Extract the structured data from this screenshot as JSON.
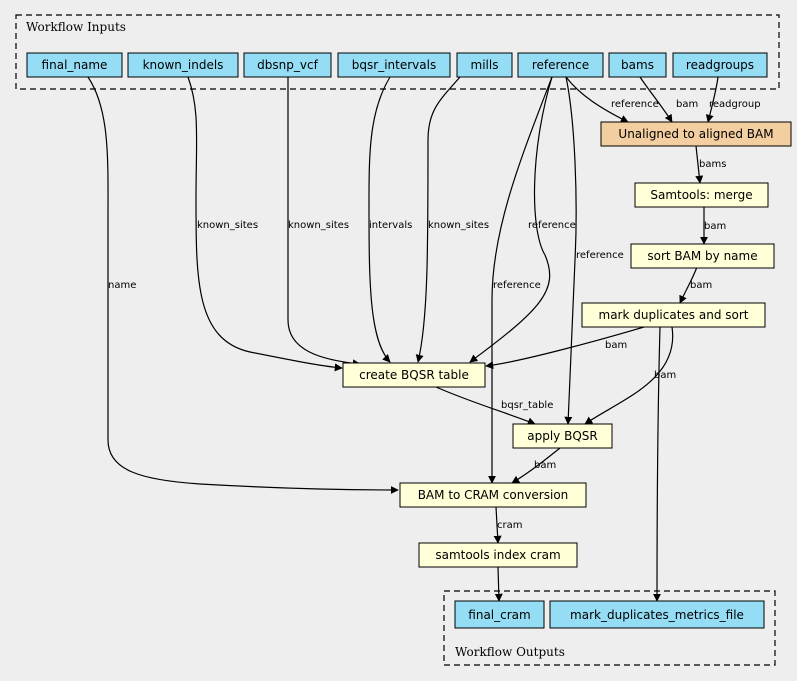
{
  "colors": {
    "background": "#eeeeee",
    "input_fill": "#94ddf4",
    "step_fill": "#ffffd8",
    "first_step_fill": "#f3cea1",
    "output_fill": "#94ddf4",
    "edge": "#000000"
  },
  "clusters": {
    "inputs_label": "Workflow Inputs",
    "outputs_label": "Workflow Outputs"
  },
  "nodes": {
    "final_name": "final_name",
    "known_indels": "known_indels",
    "dbsnp_vcf": "dbsnp_vcf",
    "bqsr_intervals": "bqsr_intervals",
    "mills": "mills",
    "reference": "reference",
    "bams": "bams",
    "readgroups": "readgroups",
    "align": "Unaligned to aligned BAM",
    "merge": "Samtools: merge",
    "sort_name": "sort BAM by name",
    "mark_dup": "mark duplicates and sort",
    "bqsr_table": "create BQSR table",
    "apply_bqsr": "apply BQSR",
    "bam_to_cram": "BAM to CRAM conversion",
    "index_cram": "samtools index cram",
    "final_cram": "final_cram",
    "mark_dup_metrics": "mark_duplicates_metrics_file"
  },
  "edge_labels": {
    "ref_align": "reference",
    "bam_align": "bam",
    "rg_align": "readgroup",
    "align_merge": "bams",
    "merge_sort": "bam",
    "sort_mark": "bam",
    "indels_table": "known_sites",
    "dbsnp_table": "known_sites",
    "intervals_table": "intervals",
    "mills_table": "known_sites",
    "ref_table": "reference",
    "mark_table": "bam",
    "ref_apply": "reference",
    "mark_apply": "bam",
    "table_apply": "bqsr_table",
    "name_cram": "name",
    "ref_cram": "reference",
    "apply_cram": "bam",
    "cram_index": "cram"
  }
}
